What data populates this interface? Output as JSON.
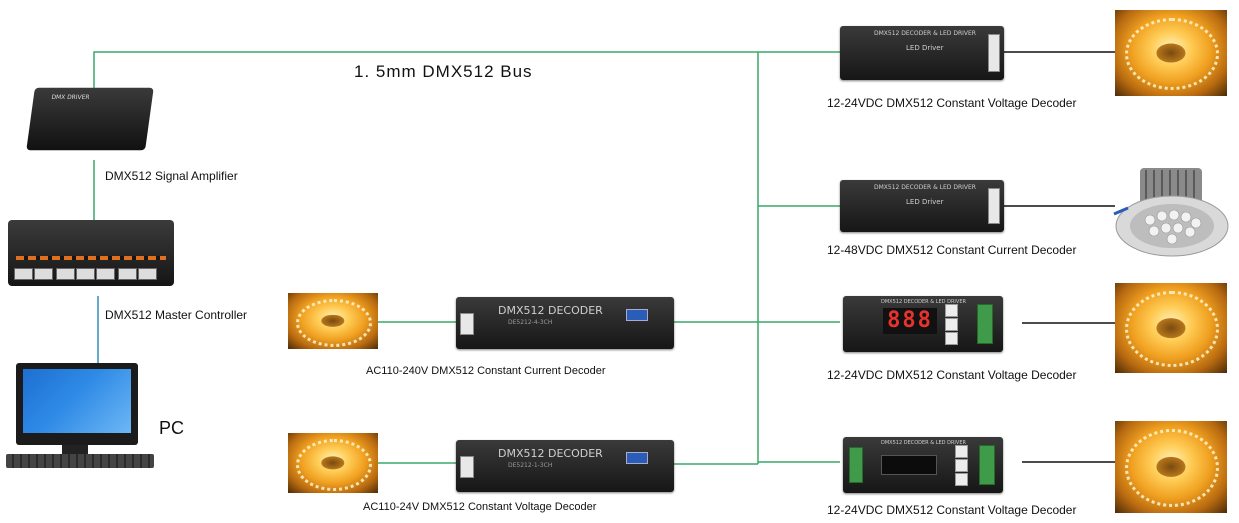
{
  "diagram": {
    "bus_label": "1. 5mm DMX512 Bus",
    "pc_label": "PC",
    "colors": {
      "wire": "#3aa86a",
      "power_line": "#111111",
      "bus_blue": "#2f8fbf"
    },
    "devices": {
      "amplifier": {
        "label": "DMX512 Signal Amplifier",
        "panel_text": "DMX DRIVER"
      },
      "master": {
        "label": "DMX512 Master Controller"
      },
      "cc_decoder_ac": {
        "label": "AC110-240V DMX512 Constant Current Decoder",
        "title": "DMX512 DECODER",
        "model": "DE5212-4-3CH"
      },
      "cv_decoder_ac": {
        "label": "AC110-24V DMX512 Constant Voltage Decoder",
        "title": "DMX512 DECODER",
        "model": "DE5212-1-3CH"
      },
      "cv_decoder_1": {
        "label": "12-24VDC DMX512 Constant  Voltage Decoder",
        "title": "DMX512 DECODER & LED DRIVER",
        "sub": "LED Driver"
      },
      "cc_decoder_dc": {
        "label": "12-48VDC DMX512 Constant Current Decoder",
        "title": "DMX512 DECODER & LED DRIVER",
        "sub": "LED Driver"
      },
      "cv_decoder_2": {
        "label": "12-24VDC DMX512 Constant  Voltage Decoder",
        "title": "DMX512 DECODER & LED DRIVER",
        "display": "888"
      },
      "cv_decoder_3": {
        "label": "12-24VDC DMX512 Constant  Voltage Decoder",
        "title": "DMX512 DECODER & LED DRIVER"
      }
    }
  }
}
